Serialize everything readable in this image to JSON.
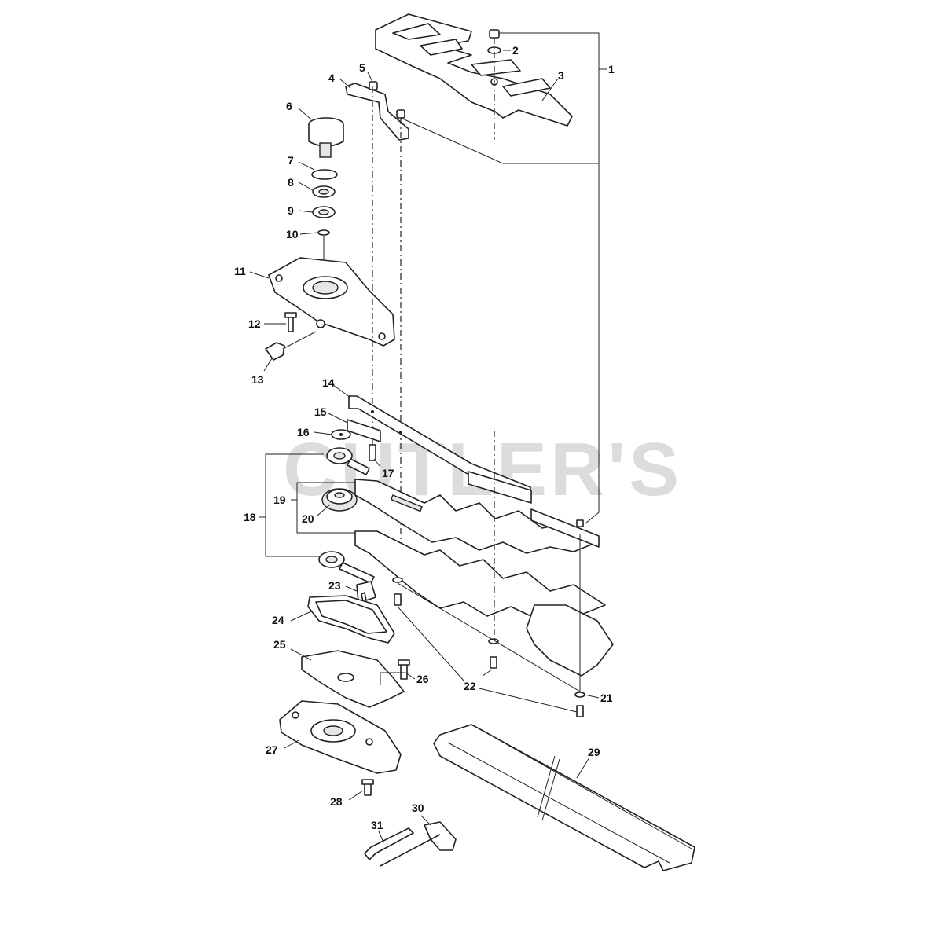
{
  "watermark": "CUTLER'S",
  "callouts": [
    "1",
    "2",
    "3",
    "4",
    "5",
    "6",
    "7",
    "8",
    "9",
    "10",
    "11",
    "12",
    "13",
    "14",
    "15",
    "16",
    "17",
    "18",
    "19",
    "20",
    "21",
    "22",
    "23",
    "24",
    "25",
    "26",
    "27",
    "28",
    "29",
    "30",
    "31"
  ]
}
